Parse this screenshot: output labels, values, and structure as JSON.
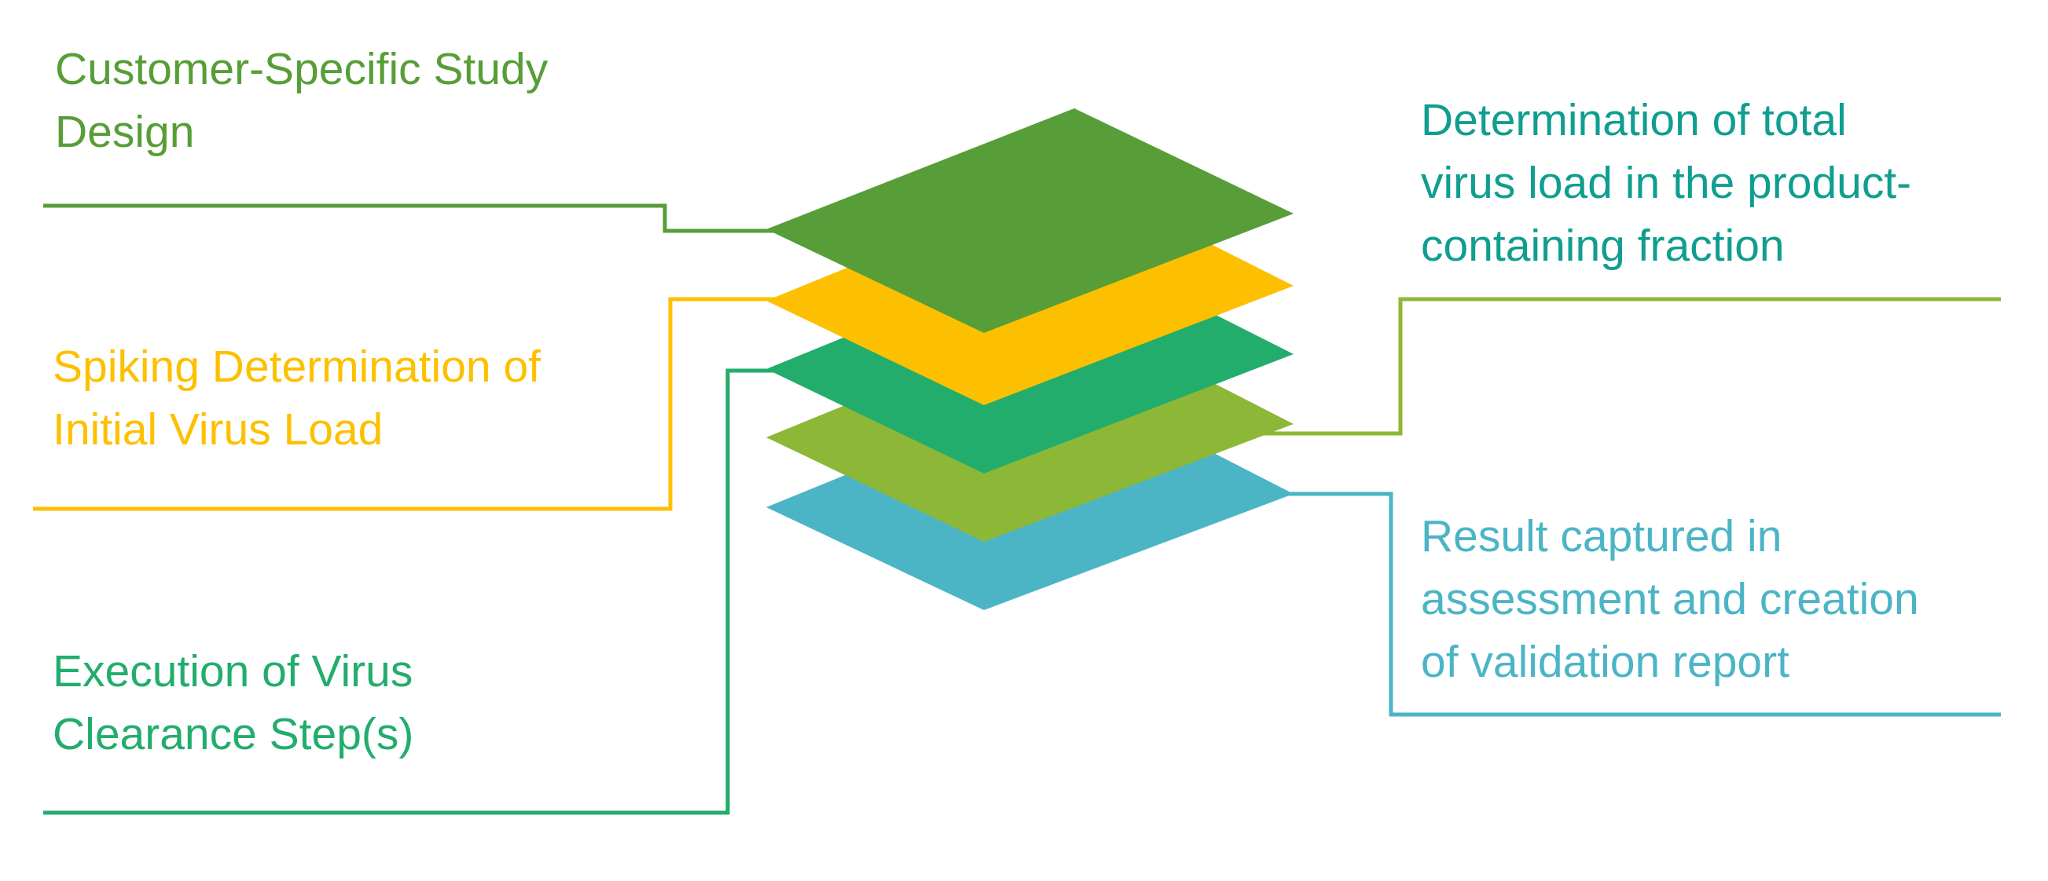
{
  "diagram": {
    "colors": {
      "design": "#579e38",
      "spiking": "#fdc000",
      "execution": "#23ad6c",
      "determination": "#8cb737",
      "result": "#4bb5c6",
      "determination_text": "#0f9e8f"
    },
    "steps": [
      {
        "id": "design",
        "lines": [
          "Customer-Specific Study",
          "Design"
        ]
      },
      {
        "id": "spiking",
        "lines": [
          "Spiking Determination of",
          "Initial Virus Load"
        ]
      },
      {
        "id": "execution",
        "lines": [
          "Execution of Virus",
          "Clearance Step(s)"
        ]
      },
      {
        "id": "determination",
        "lines": [
          "Determination of total",
          "virus load in the product-",
          "containing fraction"
        ]
      },
      {
        "id": "result",
        "lines": [
          "Result captured in",
          "assessment and creation",
          "of validation report"
        ]
      }
    ]
  }
}
